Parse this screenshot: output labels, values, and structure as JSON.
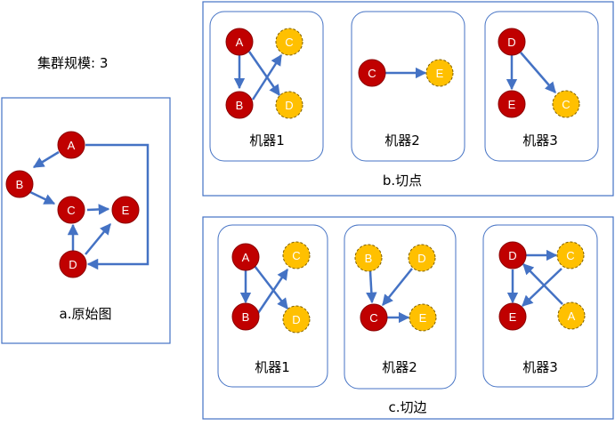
{
  "header": {
    "text": "集群规模: 3"
  },
  "colors": {
    "frame": "#4472c4",
    "edge": "#4472c4",
    "master_fill": "#c00000",
    "master_stroke": "#8b0000",
    "mirror_fill": "#ffc000",
    "mirror_stroke": "#7f6000",
    "master_text": "#ffffff",
    "mirror_text": "#ffffff"
  },
  "panel_a": {
    "caption": "a.原始图",
    "nodes": [
      "A",
      "B",
      "C",
      "D",
      "E"
    ]
  },
  "panel_b": {
    "caption": "b.切点",
    "machines": [
      {
        "label": "机器1",
        "nodes": [
          "A",
          "B",
          "C",
          "D"
        ]
      },
      {
        "label": "机器2",
        "nodes": [
          "C",
          "E"
        ]
      },
      {
        "label": "机器3",
        "nodes": [
          "D",
          "E",
          "C"
        ]
      }
    ]
  },
  "panel_c": {
    "caption": "c.切边",
    "machines": [
      {
        "label": "机器1",
        "nodes": [
          "A",
          "B",
          "C",
          "D"
        ]
      },
      {
        "label": "机器2",
        "nodes": [
          "B",
          "D",
          "C",
          "E"
        ]
      },
      {
        "label": "机器3",
        "nodes": [
          "D",
          "C",
          "E",
          "A"
        ]
      }
    ]
  }
}
